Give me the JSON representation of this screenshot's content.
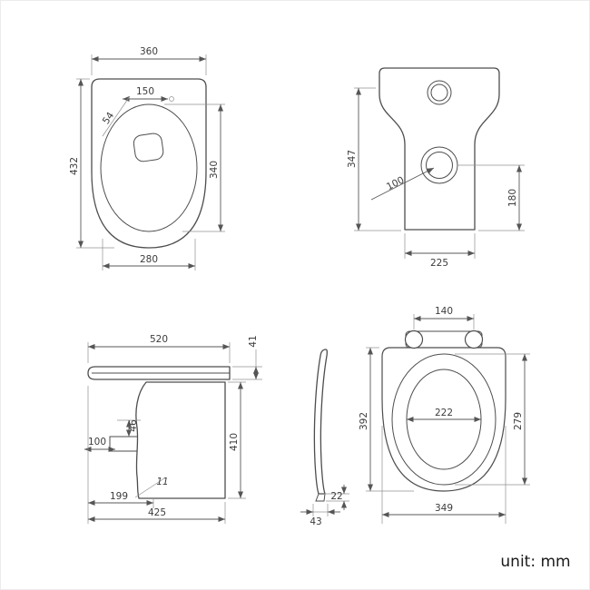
{
  "unit_note": "unit: mm",
  "top_view": {
    "width": "360",
    "trap_offset": "150",
    "trap_angle": "54",
    "depth": "432",
    "bowl_length": "340",
    "bowl_width": "280"
  },
  "front_view": {
    "height": "347",
    "outlet_dia": "100",
    "outlet_height": "180",
    "base_width": "225"
  },
  "side_view": {
    "depth": "520",
    "seat_thickness": "41",
    "rim_drop": "46",
    "inlet_offset": "100",
    "height": "410",
    "base_inset": "199",
    "base_depth": "425",
    "slope": "11"
  },
  "seat_side": {
    "width": "43",
    "thickness": "22"
  },
  "seat_top": {
    "hinge_span": "140",
    "length": "392",
    "hole_width": "222",
    "ring_length": "279",
    "width": "349"
  }
}
